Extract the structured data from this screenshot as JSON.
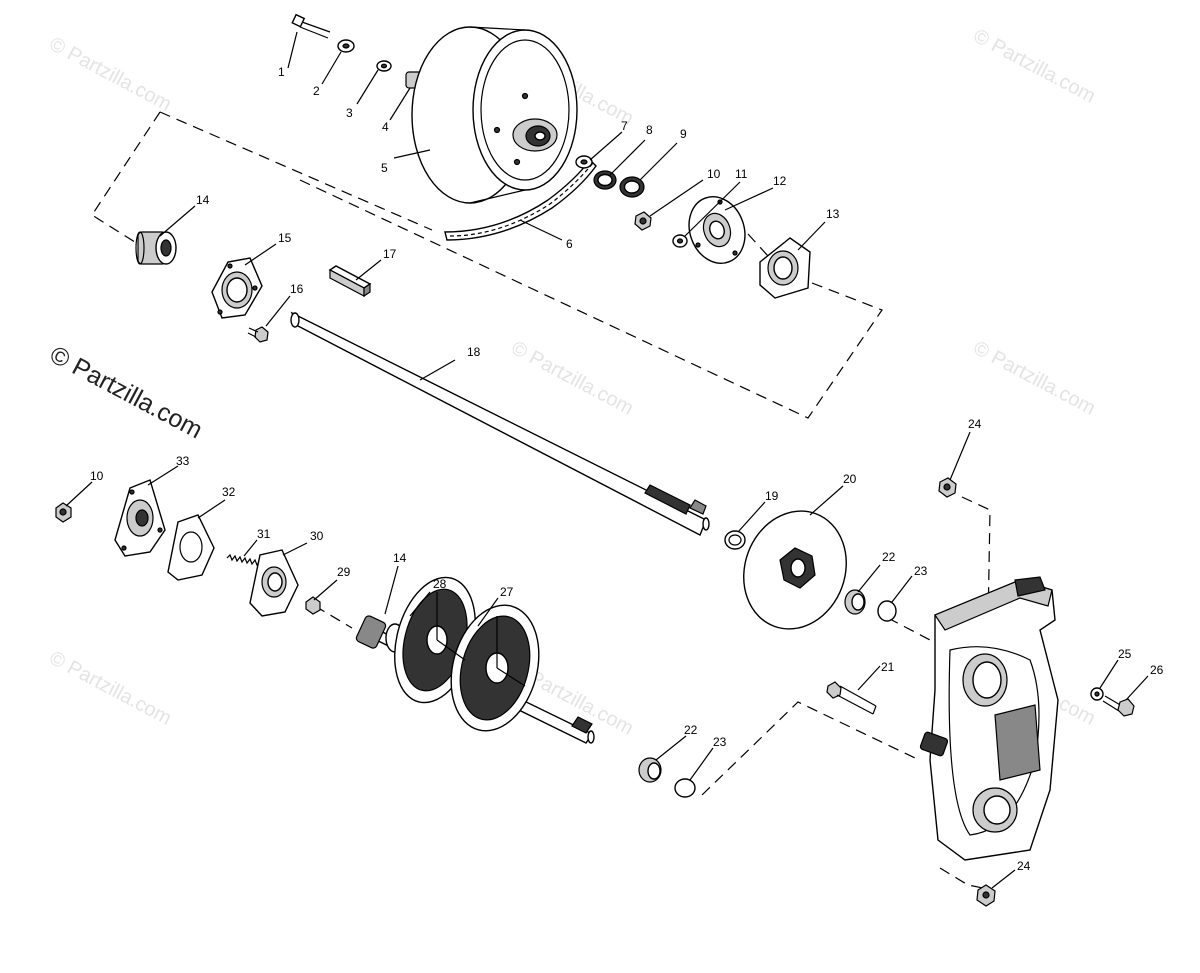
{
  "copyright": "© Partzilla.com",
  "watermark": "© Partzilla.com",
  "callouts": {
    "c1": "1",
    "c2": "2",
    "c3": "3",
    "c4": "4",
    "c5": "5",
    "c6": "6",
    "c7": "7",
    "c8": "8",
    "c9": "9",
    "c10a": "10",
    "c10b": "10",
    "c11": "11",
    "c12": "12",
    "c13": "13",
    "c14a": "14",
    "c14b": "14",
    "c15": "15",
    "c16": "16",
    "c17": "17",
    "c18": "18",
    "c19": "19",
    "c20": "20",
    "c21": "21",
    "c22a": "22",
    "c22b": "22",
    "c23a": "23",
    "c23b": "23",
    "c24a": "24",
    "c24b": "24",
    "c25": "25",
    "c26": "26",
    "c27": "27",
    "c28": "28",
    "c29": "29",
    "c30": "30",
    "c31": "31",
    "c32": "32",
    "c33": "33"
  }
}
